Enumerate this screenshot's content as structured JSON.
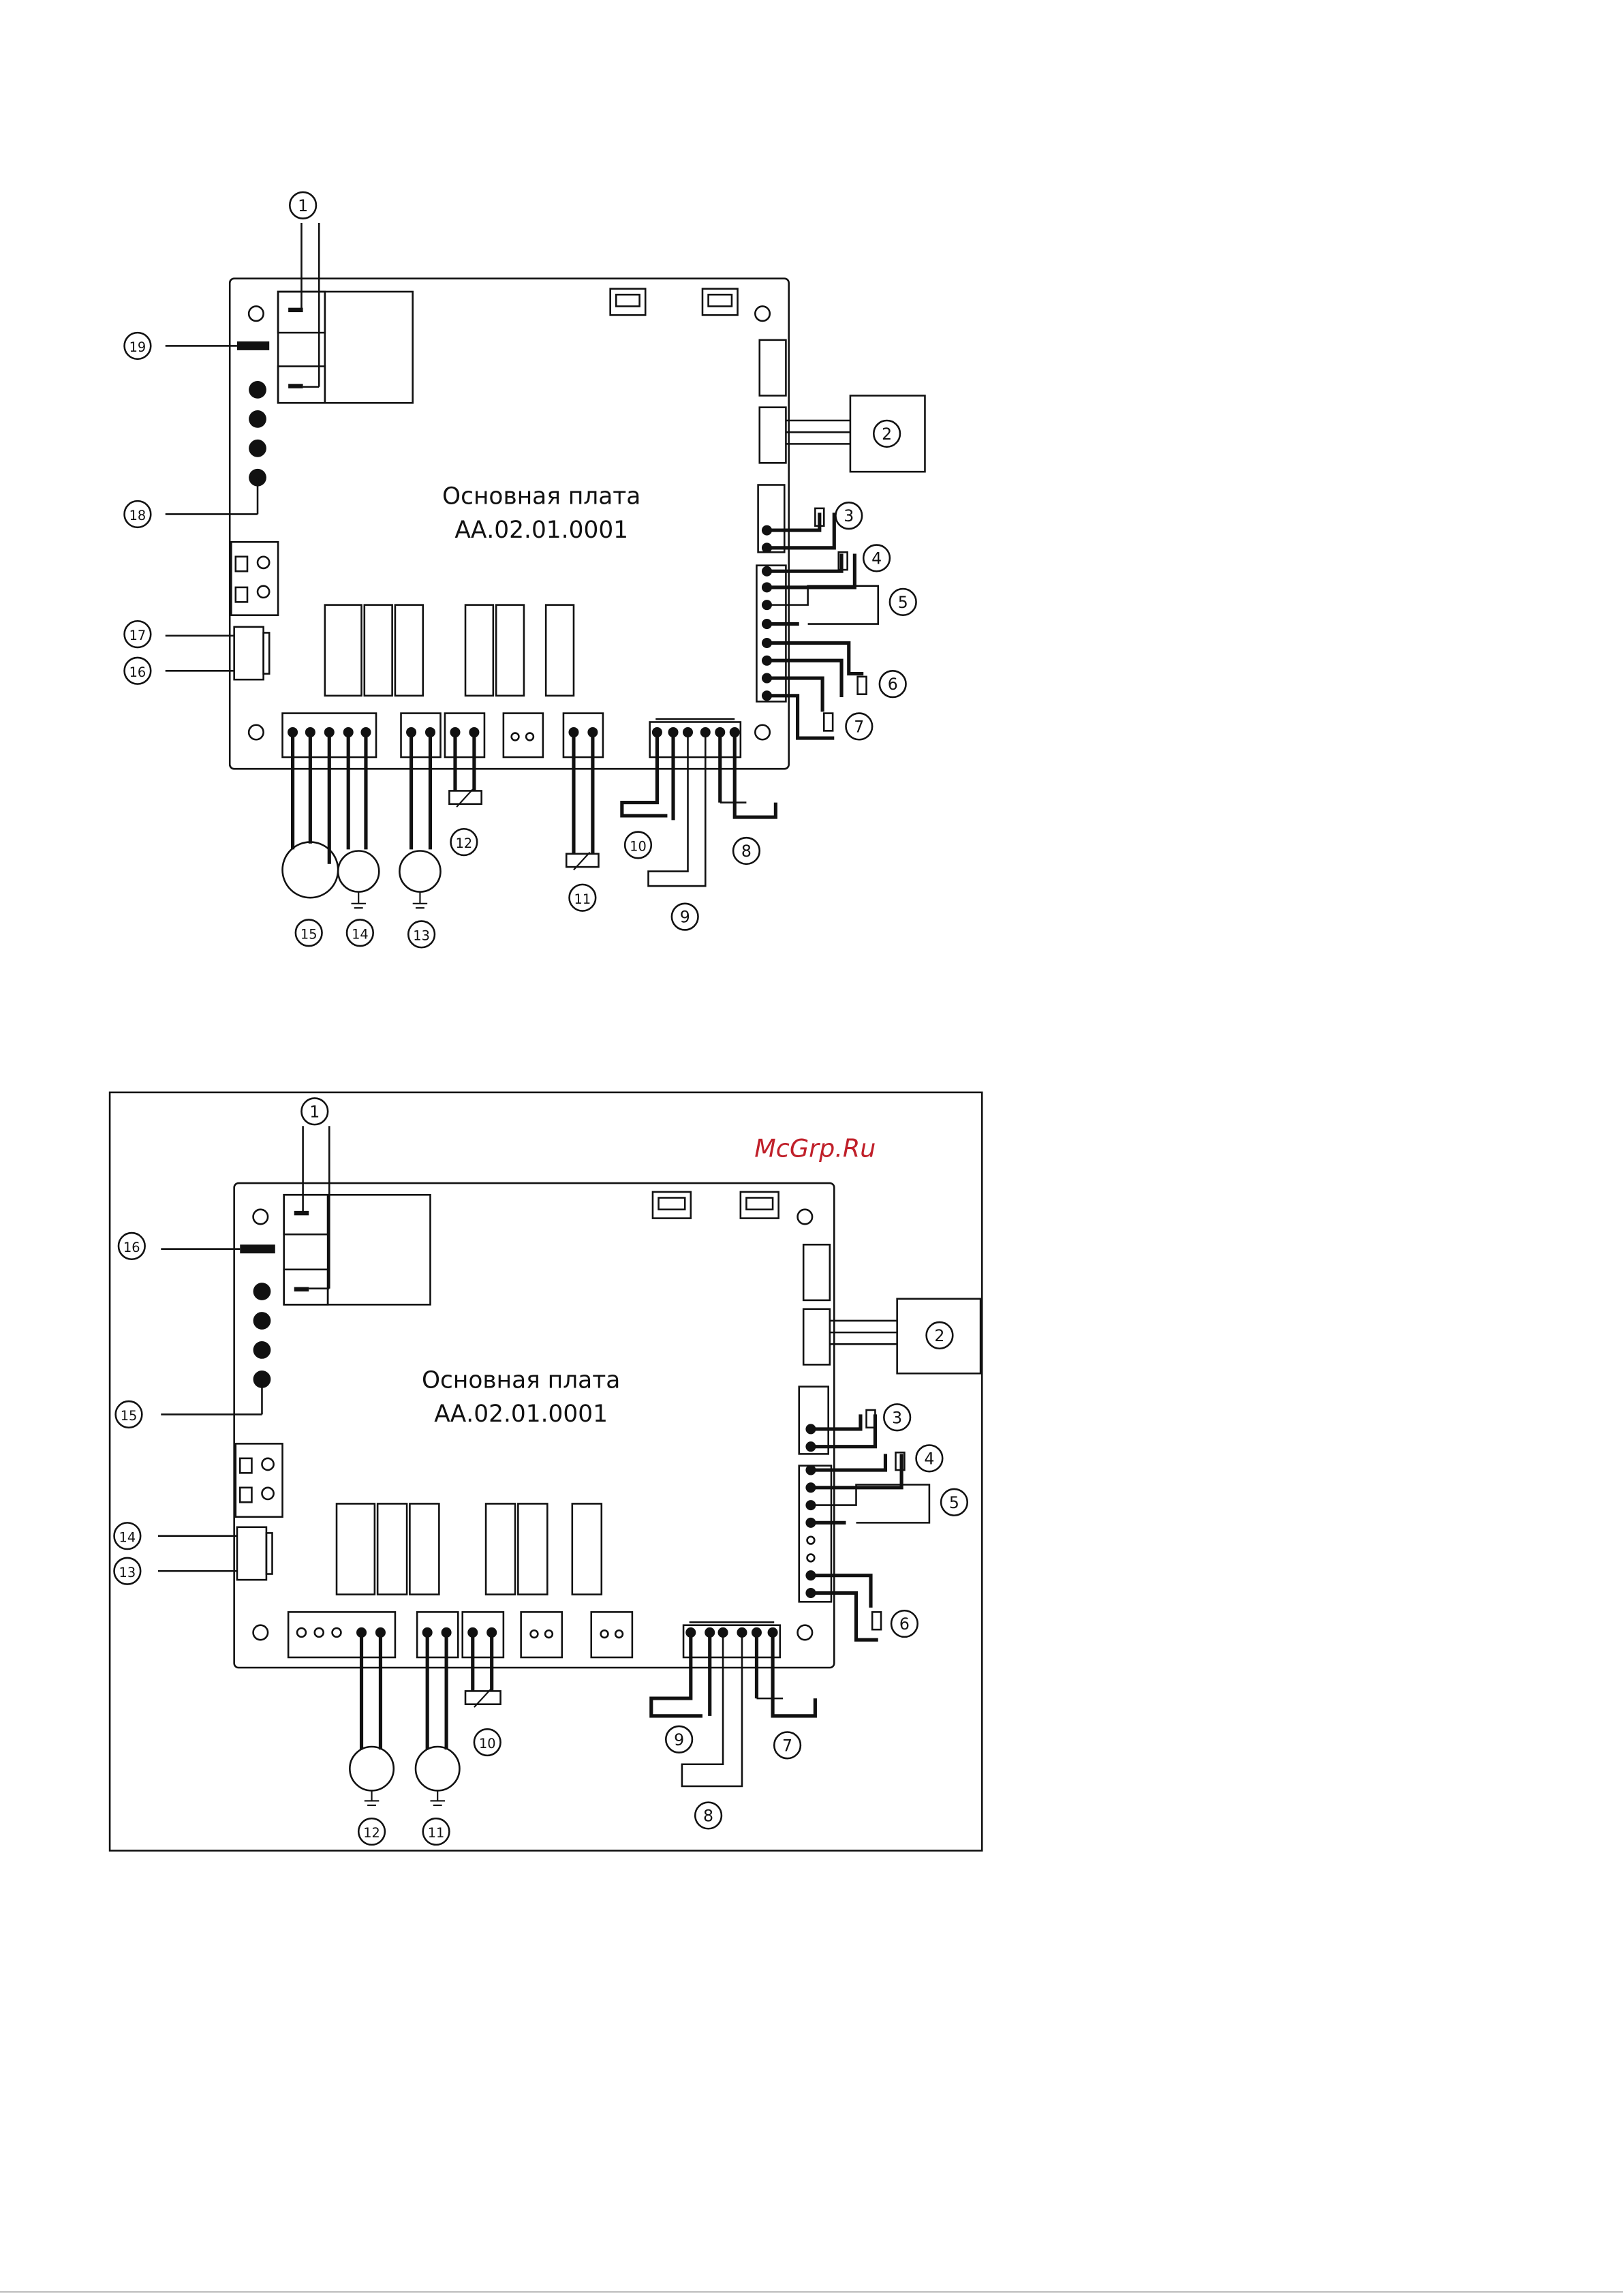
{
  "diagram_top": {
    "board_name": "Основная плата",
    "board_code": "АА.02.01.0001",
    "labels": [
      "1",
      "2",
      "3",
      "4",
      "5",
      "6",
      "7",
      "8",
      "9",
      "10",
      "11",
      "12",
      "13",
      "14",
      "15",
      "16",
      "17",
      "18",
      "19"
    ]
  },
  "diagram_bottom": {
    "board_name": "Основная плата",
    "board_code": "АА.02.01.0001",
    "watermark": "McGrp.Ru",
    "labels": [
      "1",
      "2",
      "3",
      "4",
      "5",
      "6",
      "7",
      "8",
      "9",
      "10",
      "11",
      "12",
      "13",
      "14",
      "15",
      "16"
    ]
  },
  "colors": {
    "ink": "#111111",
    "watermark": "#c0202a"
  }
}
